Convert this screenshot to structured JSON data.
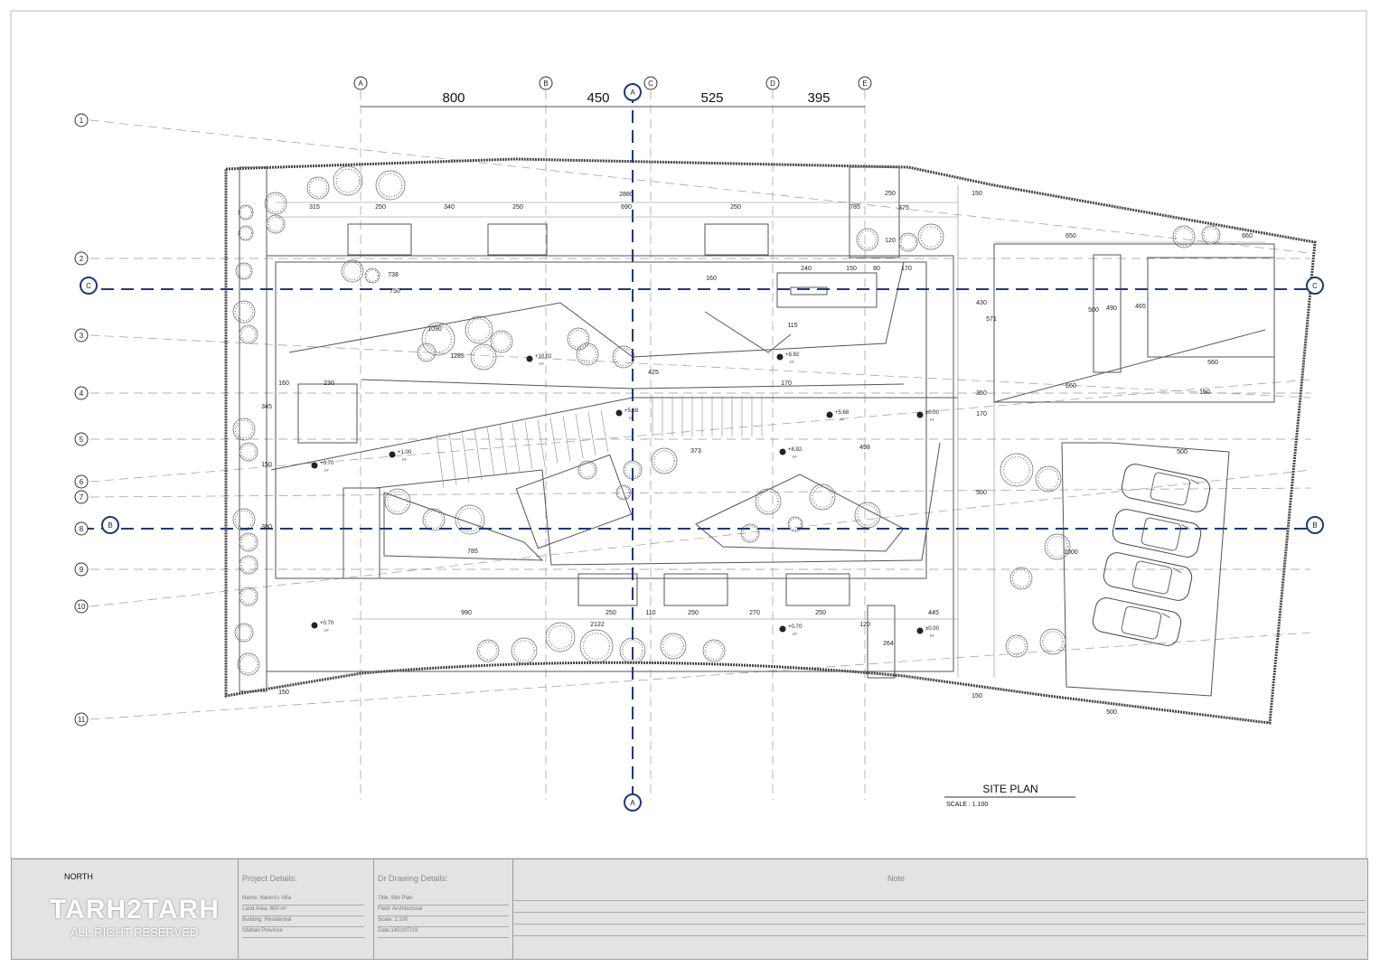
{
  "drawing": {
    "title": "SITE PLAN",
    "scale": "SCALE : 1.100",
    "column_grid": [
      "A",
      "B",
      "C",
      "D",
      "E"
    ],
    "column_spacings": [
      "800",
      "450",
      "525",
      "395"
    ],
    "row_grid": [
      "1",
      "2",
      "3",
      "4",
      "5",
      "6",
      "7",
      "8",
      "9",
      "10",
      "11"
    ],
    "section_markers": [
      "A",
      "A",
      "B",
      "B",
      "C",
      "C"
    ],
    "dimensions": [
      "2880",
      "315",
      "250",
      "340",
      "250",
      "690",
      "250",
      "785",
      "150",
      "650",
      "660",
      "738",
      "750",
      "240",
      "150",
      "80",
      "170",
      "115",
      "430",
      "571",
      "500",
      "490",
      "465",
      "660",
      "560",
      "150",
      "160",
      "230",
      "350",
      "170",
      "170",
      "425",
      "1285",
      "1090",
      "498",
      "373",
      "500",
      "500",
      "785",
      "990",
      "250",
      "110",
      "250",
      "270",
      "250",
      "445",
      "2122",
      "120",
      "150",
      "150",
      "500",
      "1000",
      "250",
      "375",
      "120",
      "160",
      "345",
      "380",
      "150",
      "264"
    ],
    "levels": [
      "+10.02",
      "+8.92",
      "+5.68",
      "+5.68",
      "±0.00",
      "+1.00",
      "+0.70",
      "+8.92",
      "+0.70",
      "+0.70",
      "±0.00"
    ],
    "level_suffix": "FF"
  },
  "title_block": {
    "north_label": "NORTH",
    "project_header": "Project Details:",
    "project_rows": [
      "Name: Nareni's Villa",
      "Land Area: 600 m²",
      "Building: Residential",
      "Isfahan Province"
    ],
    "drawing_header": "Dr Drawing Details:",
    "drawing_rows": [
      "Title: Site Plan",
      "Field: Architectural",
      "Scale: 1:100",
      "Date:1401/07/19"
    ],
    "note_header": "Note"
  },
  "watermark": {
    "brand": "TARH2TARH",
    "tagline": "ALL RIGHT RESERVED"
  },
  "colors": {
    "axis": "#1f3a78",
    "titleblock": "#e3e3e3"
  }
}
